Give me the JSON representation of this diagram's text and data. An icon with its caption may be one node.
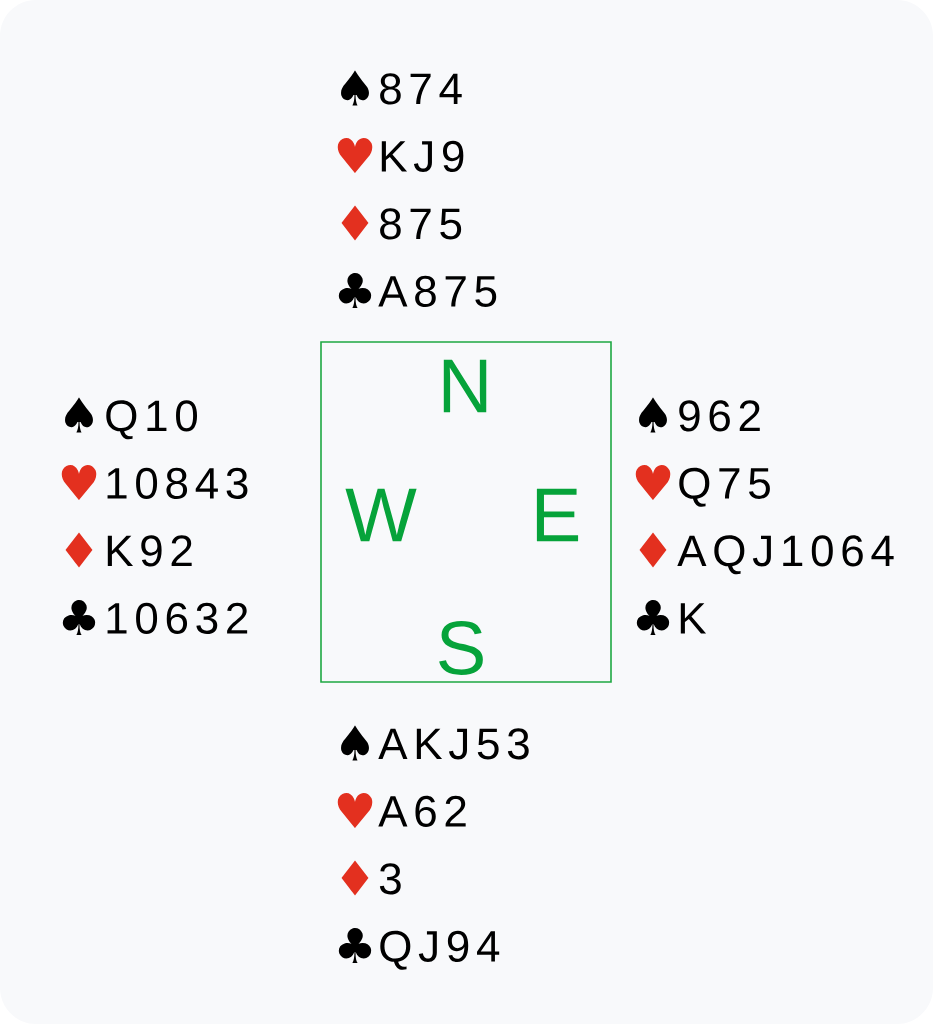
{
  "diagram": {
    "nodes": [
      {
        "text": [
          "N",
          "W",
          "E",
          "S"
        ]
      }
    ],
    "labels": [
      "♠",
      "874",
      "♥",
      "KJ9",
      "♦",
      "875",
      "♣",
      "A875",
      "♠",
      "Q10",
      "♥",
      "10843",
      "♦",
      "K92",
      "♣",
      "10632",
      "♠",
      "962",
      "♥",
      "Q75",
      "♦",
      "AQJ1064",
      "♣",
      "K",
      "♠",
      "AKJ53",
      "♥",
      "A62",
      "♦",
      "3",
      "♣",
      "QJ94"
    ]
  }
}
